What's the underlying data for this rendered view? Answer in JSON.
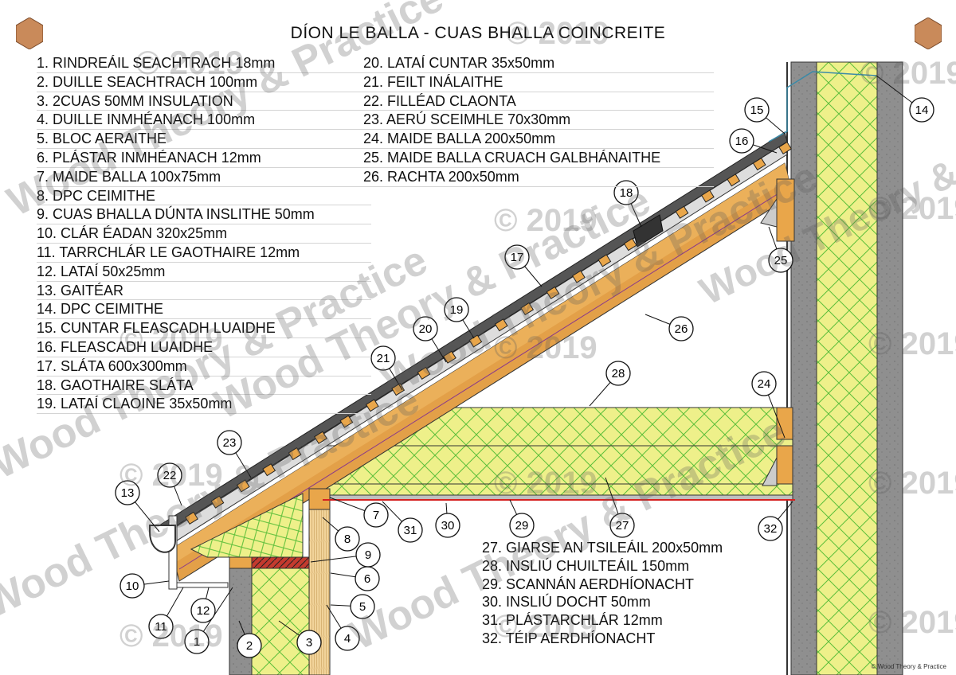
{
  "title": "DÍON LE BALLA - CUAS BHALLA COINCREITE",
  "legend_left": [
    "1. RINDREÁIL SEACHTRACH 18mm",
    "2. DUILLE SEACHTRACH 100mm",
    "3. 2CUAS 50MM INSULATION",
    "4. DUILLE INMHÉANACH 100mm",
    "5. BLOC AERAITHE",
    "6. PLÁSTAR INMHÉANACH 12mm",
    "7. MAIDE BALLA 100x75mm",
    "8. DPC CEIMITHE",
    "9. CUAS BHALLA DÚNTA INSLITHE 50mm",
    "10. CLÁR ÉADAN 320x25mm",
    "11. TARRCHLÁR LE GAOTHAIRE 12mm",
    "12. LATAÍ 50x25mm",
    "13. GAITÉAR",
    "14. DPC CEIMITHE",
    "15. CUNTAR FLEASCADH LUAIDHE",
    "16. FLEASCADH LUAIDHE",
    "17. SLÁTA 600x300mm",
    "18. GAOTHAIRE SLÁTA",
    "19. LATAÍ CLAOINE 35x50mm"
  ],
  "legend_right": [
    "20. LATAÍ CUNTAR 35x50mm",
    "21. FEILT INÁLAITHE",
    "22. FILLÉAD CLAONTA",
    "23. AERÚ SCEIMHLE 70x30mm",
    "24. MAIDE BALLA 200x50mm",
    "25. MAIDE BALLA CRUACH GALBHÁNAITHE",
    "26. RACHTA 200x50mm"
  ],
  "legend_bottom": [
    "27. GIARSE AN TSILEÁIL 200x50mm",
    "28. INSLIÚ CHUILTEÁIL 150mm",
    "29. SCANNÁN AERDHÍONACHT",
    "30. INSLIÚ DOCHT 50mm",
    "31. PLÁSTARCHLÁR 12mm",
    "32. TÉIP AERDHÍONACHT"
  ],
  "callouts": [
    "1",
    "2",
    "3",
    "4",
    "5",
    "6",
    "7",
    "8",
    "9",
    "10",
    "11",
    "12",
    "13",
    "14",
    "15",
    "16",
    "17",
    "18",
    "19",
    "20",
    "21",
    "22",
    "23",
    "24",
    "25",
    "26",
    "27",
    "28",
    "29",
    "30",
    "31",
    "32"
  ],
  "watermark_year": "© 2019",
  "watermark_text": "Wood Theory & Practice",
  "copyright": "© Wood Theory & Practice",
  "colors": {
    "timber": "#e9a64a",
    "insulation": "#eef08a",
    "insulation_lines": "#5cbf3a",
    "concrete": "#8c8c8c",
    "tile": "#6a6a6a"
  }
}
